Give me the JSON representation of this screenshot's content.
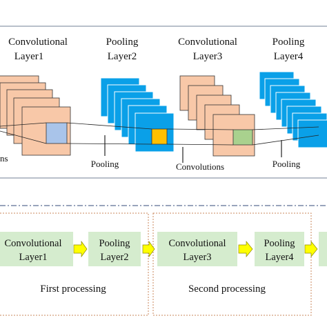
{
  "top_diagram": {
    "layer_titles": [
      [
        "Convolutional",
        "Layer1"
      ],
      [
        "Pooling",
        "Layer2"
      ],
      [
        "Convolutional",
        "Layer3"
      ],
      [
        "Pooling",
        "Layer4"
      ]
    ],
    "callouts": {
      "convolutions_left": "ns",
      "pooling_1": "Pooling",
      "convolutions_2": "Convolutions",
      "pooling_2": "Pooling"
    },
    "colors": {
      "conv_fill": "#f8c8a8",
      "pool_fill": "#0aa0e8",
      "kernel_blue": "#a9c4ea",
      "kernel_yellow": "#ffc000",
      "kernel_green": "#a9d18e"
    }
  },
  "bottom_flow": {
    "boxes": [
      [
        "Convolutional",
        "Layer1"
      ],
      [
        "Pooling",
        "Layer2"
      ],
      [
        "Convolutional",
        "Layer3"
      ],
      [
        "Pooling",
        "Layer4"
      ]
    ],
    "groups": [
      "First processing",
      "Second processing"
    ],
    "colors": {
      "box_fill": "#d5ecce",
      "arrow_fill": "#ffff00",
      "group_border": "#c8865a"
    }
  }
}
